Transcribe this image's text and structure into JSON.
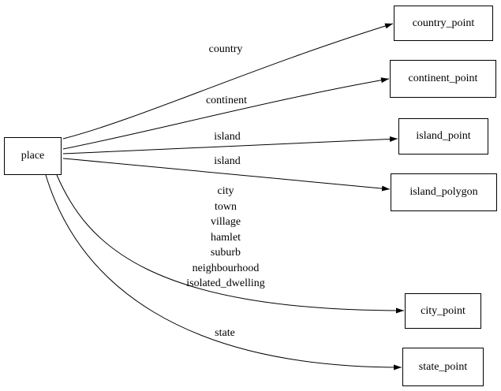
{
  "diagram": {
    "background_color": "#ffffff",
    "line_color": "#000000",
    "node_fill_color": "#ffffff",
    "nodes": [
      {
        "id": "place",
        "label": "place"
      },
      {
        "id": "country_point",
        "label": "country_point"
      },
      {
        "id": "continent_point",
        "label": "continent_point"
      },
      {
        "id": "island_point",
        "label": "island_point"
      },
      {
        "id": "island_polygon",
        "label": "island_polygon"
      },
      {
        "id": "city_point",
        "label": "city_point"
      },
      {
        "id": "state_point",
        "label": "state_point"
      }
    ],
    "edges": [
      {
        "from": "place",
        "to": "country_point",
        "label": "country"
      },
      {
        "from": "place",
        "to": "continent_point",
        "label": "continent"
      },
      {
        "from": "place",
        "to": "island_point",
        "label": "island"
      },
      {
        "from": "place",
        "to": "island_polygon",
        "label": "island"
      },
      {
        "from": "place",
        "to": "city_point",
        "label": "city\ntown\nvillage\nhamlet\nsuburb\nneighbourhood\nisolated_dwelling"
      },
      {
        "from": "place",
        "to": "state_point",
        "label": "state"
      }
    ]
  }
}
